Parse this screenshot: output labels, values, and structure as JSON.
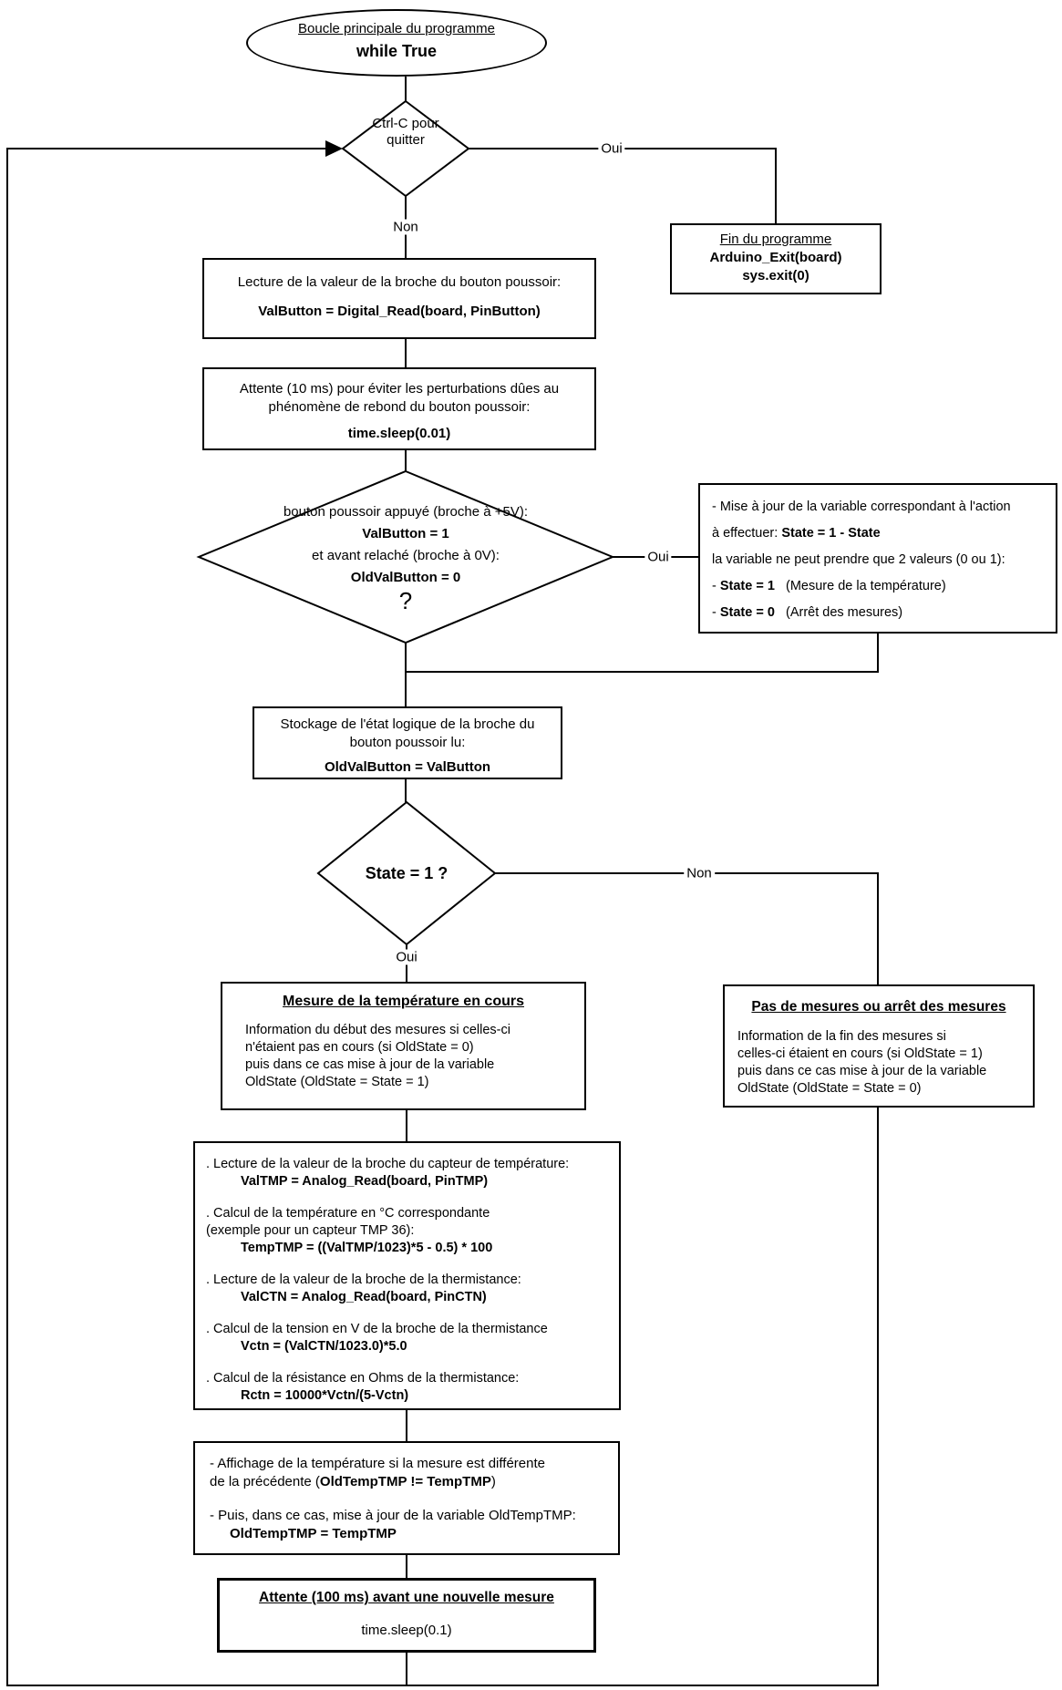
{
  "start": {
    "title": "Boucle principale du programme",
    "code": "while True"
  },
  "decision_quit": {
    "line1": "Ctrl-C pour",
    "line2": "quitter"
  },
  "labels": {
    "oui_quit": "Oui",
    "non_quit": "Non",
    "oui_button": "Oui",
    "non_state": "Non",
    "oui_state": "Oui"
  },
  "end_box": {
    "title": "Fin du programme",
    "code1": "Arduino_Exit(board)",
    "code2": "sys.exit(0)"
  },
  "read_button_box": {
    "text": "Lecture de la valeur de la broche du bouton poussoir:",
    "code": "ValButton = Digital_Read(board, PinButton)"
  },
  "debounce_box": {
    "text1": "Attente (10 ms) pour éviter les perturbations dûes au",
    "text2": "phénomène de rebond du bouton poussoir:",
    "code": "time.sleep(0.01)"
  },
  "decision_button": {
    "line1": "bouton poussoir appuyé (broche à +5V):",
    "code1": "ValButton = 1",
    "line2": "et avant relaché (broche à 0V):",
    "code2": "OldValButton = 0",
    "question_mark": "?"
  },
  "state_box": {
    "l1": "- Mise à jour de la variable correspondant à l'action",
    "l2_pre": "à effectuer: ",
    "l2_bold": "State = 1 - State",
    "l3": "la variable ne peut prendre que 2 valeurs (0 ou 1):",
    "l4_pre": "- ",
    "l4_bold": "State = 1",
    "l4_post": "   (Mesure de la température)",
    "l5_pre": "- ",
    "l5_bold": "State = 0",
    "l5_post": "   (Arrêt des mesures)"
  },
  "store_box": {
    "text1": "Stockage de l'état logique de la broche du",
    "text2": "bouton poussoir lu:",
    "code": "OldValButton = ValButton"
  },
  "decision_state": {
    "text": "State = 1 ?"
  },
  "measure_box": {
    "title": "Mesure de la température en cours",
    "l1": "Information du début des mesures si celles-ci",
    "l2": "n'étaient pas en cours (si OldState = 0)",
    "l3": "puis dans ce cas mise à jour de la variable",
    "l4": "OldState (OldState = State = 1)"
  },
  "no_measure_box": {
    "title": "Pas de mesures ou arrêt des mesures",
    "l1": "Information de la fin des mesures si",
    "l2": "celles-ci étaient en cours (si OldState = 1)",
    "l3": "puis dans ce cas mise à jour de la variable",
    "l4": "OldState (OldState = State = 0)"
  },
  "compute_box": {
    "s1_text": ". Lecture de la valeur de la broche du capteur de température:",
    "s1_code": "ValTMP = Analog_Read(board, PinTMP)",
    "s2_text1": ". Calcul de la température en °C correspondante",
    "s2_text2": "(exemple pour un capteur TMP 36):",
    "s2_code": "TempTMP = ((ValTMP/1023)*5 - 0.5) * 100",
    "s3_text": ". Lecture de la valeur de la broche de la thermistance:",
    "s3_code": "ValCTN = Analog_Read(board, PinCTN)",
    "s4_text": ". Calcul de la tension en V de la broche de la thermistance",
    "s4_code": "Vctn = (ValCTN/1023.0)*5.0",
    "s5_text": ". Calcul de la résistance en Ohms de la thermistance:",
    "s5_code": "Rctn = 10000*Vctn/(5-Vctn)"
  },
  "display_box": {
    "l1": "- Affichage de la température si la mesure est différente",
    "l2_pre": "de la précédente (",
    "l2_bold": "OldTempTMP != TempTMP",
    "l2_post": ")",
    "l3": "- Puis, dans ce cas, mise à jour de la variable OldTempTMP:",
    "code": "OldTempTMP = TempTMP"
  },
  "wait_box": {
    "title": "Attente (100 ms) avant une nouvelle mesure",
    "code": "time.sleep(0.1)"
  },
  "colors": {
    "line": "#000000",
    "background": "#ffffff"
  }
}
